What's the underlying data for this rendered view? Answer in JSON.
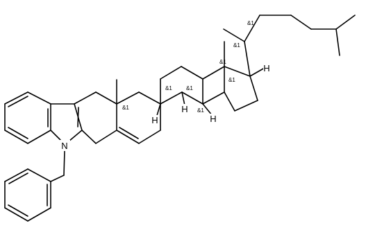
{
  "atom_labels": {
    "nitrogen": "N",
    "hydrogen": "H"
  },
  "stereo_label": "&1"
}
